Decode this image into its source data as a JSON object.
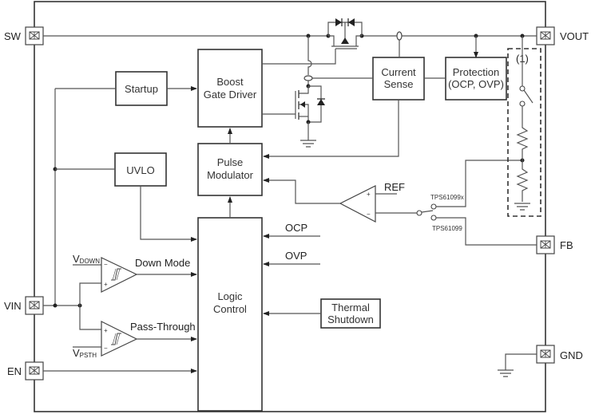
{
  "diagram": {
    "type": "functional-block-diagram",
    "pins": {
      "sw": "SW",
      "vout": "VOUT",
      "fb": "FB",
      "vin": "VIN",
      "en": "EN",
      "gnd": "GND"
    },
    "blocks": {
      "startup": [
        "Startup"
      ],
      "boost_gate_driver": [
        "Boost",
        "Gate Driver"
      ],
      "current_sense": [
        "Current",
        "Sense"
      ],
      "protection": [
        "Protection",
        "(OCP, OVP)"
      ],
      "uvlo": [
        "UVLO"
      ],
      "pulse_modulator": [
        "Pulse",
        "Modulator"
      ],
      "logic_control": [
        "Logic",
        "Control"
      ],
      "thermal_shutdown": [
        "Thermal",
        "Shutdown"
      ]
    },
    "signals": {
      "ref": "REF",
      "ocp": "OCP",
      "ovp": "OVP",
      "down_mode": "Down Mode",
      "pass_through": "Pass-Through",
      "vdown_main": "V",
      "vdown_sub": "DOWN",
      "vpsth_main": "V",
      "vpsth_sub": "PSTH"
    },
    "variants": {
      "adjustable": "TPS61099x",
      "fixed": "TPS61099"
    },
    "notes": {
      "divider_note": "(1)"
    },
    "comparator_inputs": {
      "plus": "+",
      "minus": "−"
    }
  }
}
